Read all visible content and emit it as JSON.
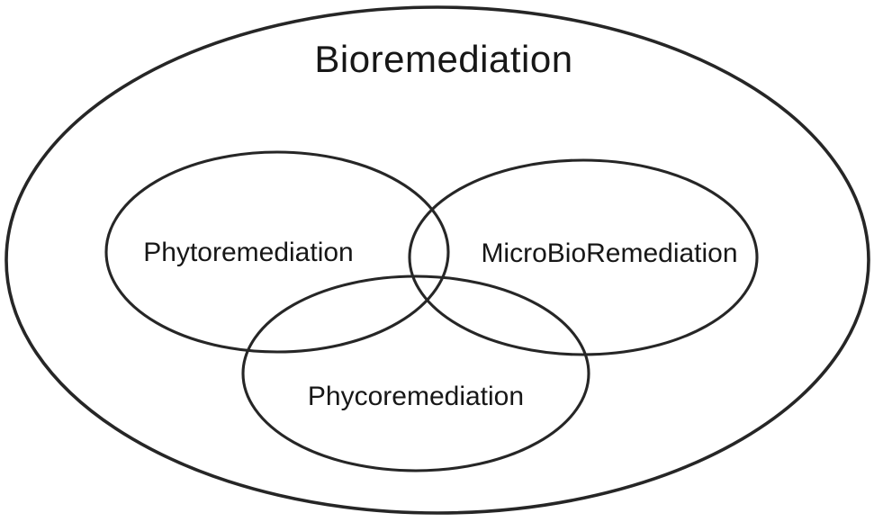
{
  "diagram": {
    "type": "venn-euler",
    "outer_set": {
      "label": "Bioremediation"
    },
    "sets": [
      {
        "label": "Phytoremediation"
      },
      {
        "label": "MicroBioRemediation"
      },
      {
        "label": "Phycoremediation"
      }
    ],
    "style": {
      "stroke_color": "#262626",
      "text_color": "#171717",
      "background_color": "#ffffff"
    }
  }
}
